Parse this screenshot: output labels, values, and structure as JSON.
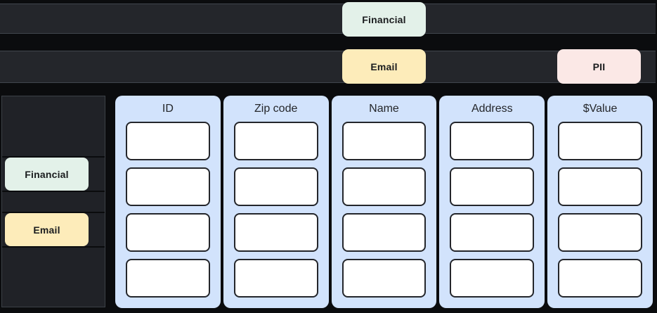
{
  "diagram": {
    "streams": {
      "row1": {
        "badges": [
          {
            "label": "Financial",
            "color": "#e3f1e9"
          }
        ]
      },
      "row2": {
        "badges": [
          {
            "label": "Email",
            "color": "#fdecba"
          },
          {
            "label": "PII",
            "color": "#fbe8e6"
          }
        ]
      }
    },
    "classification_panel": {
      "rows": [
        {
          "label": "Financial",
          "color": "#e3f1e9"
        },
        {
          "label": "Email",
          "color": "#fdecba"
        }
      ]
    },
    "table": {
      "columns": [
        {
          "header": "ID"
        },
        {
          "header": "Zip code"
        },
        {
          "header": "Name"
        },
        {
          "header": "Address"
        },
        {
          "header": "$Value"
        }
      ],
      "empty_cell_rows_per_column": 4,
      "panel_color": "#d2e3fc",
      "cell_color": "#ffffff",
      "cell_border_color": "#24262b"
    },
    "colors": {
      "background": "#0b0c0e",
      "stream_bar": "#24262b",
      "stream_bar_edge": "#41464d",
      "panel_dark": "#202227",
      "badge_text": "#1a1c1e",
      "header_text": "#24262a"
    }
  }
}
